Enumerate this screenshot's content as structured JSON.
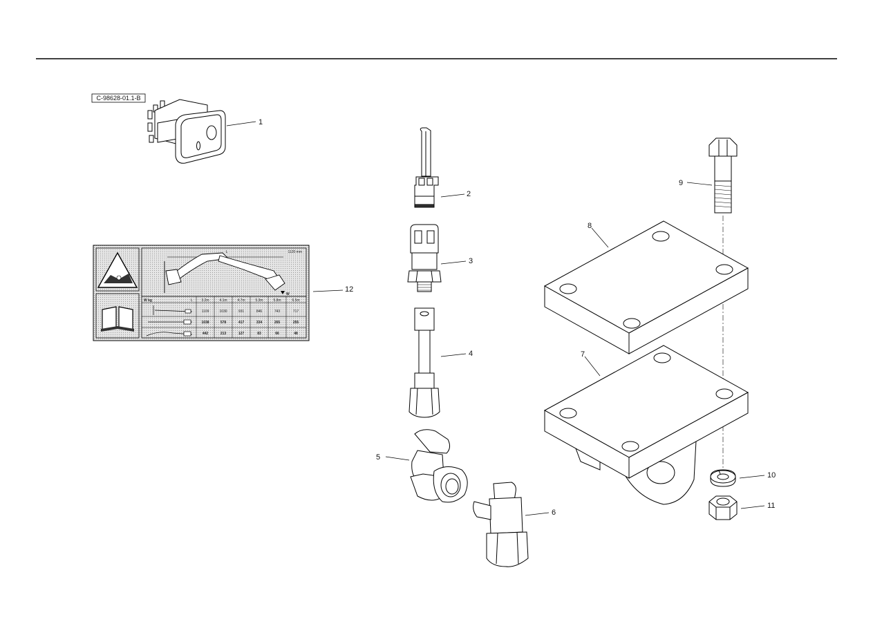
{
  "drawing_ref": "C-98628-01.1-B",
  "callouts": [
    "1",
    "2",
    "3",
    "4",
    "5",
    "6",
    "7",
    "8",
    "9",
    "10",
    "11",
    "12"
  ],
  "load_chart": {
    "model": "1120 mm",
    "col_header_w": "W kg",
    "col_header_l": "L",
    "reach_label": "L",
    "weight_label": "W",
    "columns": [
      "3.2m",
      "4.1m",
      "4.7m",
      "5.3m",
      "5.8m",
      "6.5m"
    ],
    "rows": [
      [
        "1109",
        "1030",
        "931",
        "846",
        "743",
        "717"
      ],
      [
        "1038",
        "578",
        "417",
        "334",
        "265",
        "255"
      ],
      [
        "442",
        "213",
        "127",
        "83",
        "66",
        "48"
      ]
    ]
  }
}
